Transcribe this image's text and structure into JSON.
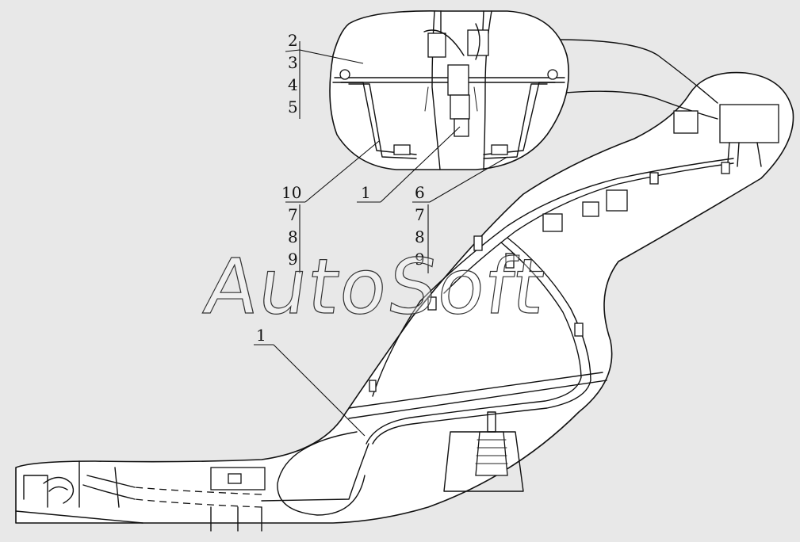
{
  "watermark": "AutoSoft",
  "callouts": {
    "top_stack": [
      "2",
      "3",
      "4",
      "5"
    ],
    "left_stack": [
      "10",
      "7",
      "8",
      "9"
    ],
    "center_label": "1",
    "right_stack": [
      "6",
      "7",
      "8",
      "9"
    ],
    "lower_label": "1"
  }
}
